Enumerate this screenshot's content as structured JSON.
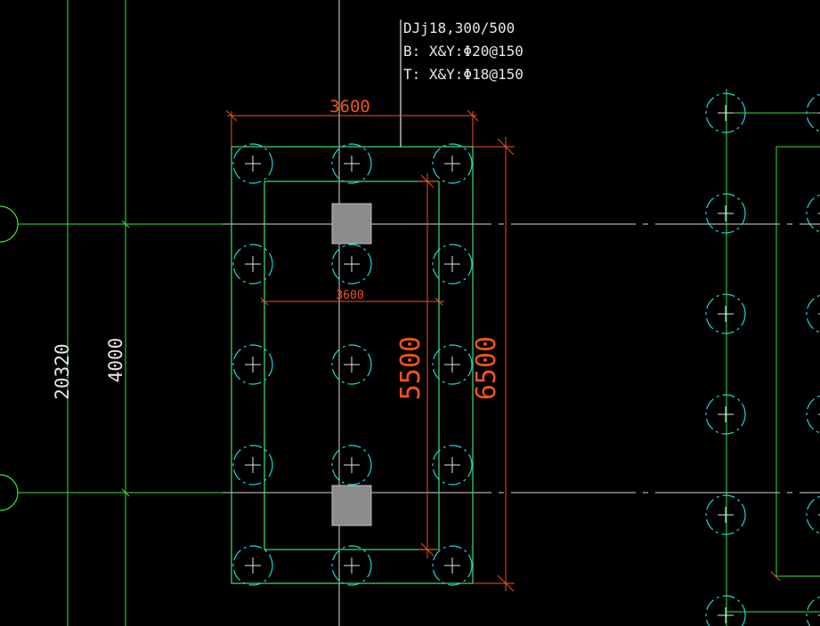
{
  "colors": {
    "background": "#000000",
    "axis_line": "#d8d8d8",
    "outline": "#3fe07a",
    "pile": "#1fd6d6",
    "dimension": "#f0541c",
    "column": "#8c8c8c",
    "text": "#e6e6e6",
    "grid_green": "#39e23a"
  },
  "annotation": {
    "line1": "DJj18,300/500",
    "line2": "B: X&Y:Φ20@150",
    "line3": "T: X&Y:Φ18@150"
  },
  "dimensions": {
    "top_width": "3600",
    "inner_width": "3600",
    "inner_height": "5500",
    "outer_height": "6500",
    "grid_total": "20320",
    "grid_span": "4000"
  },
  "icons": {
    "pile": "pile-circle-cross",
    "column": "column-square",
    "axis_bubble": "axis-bubble-circle"
  }
}
